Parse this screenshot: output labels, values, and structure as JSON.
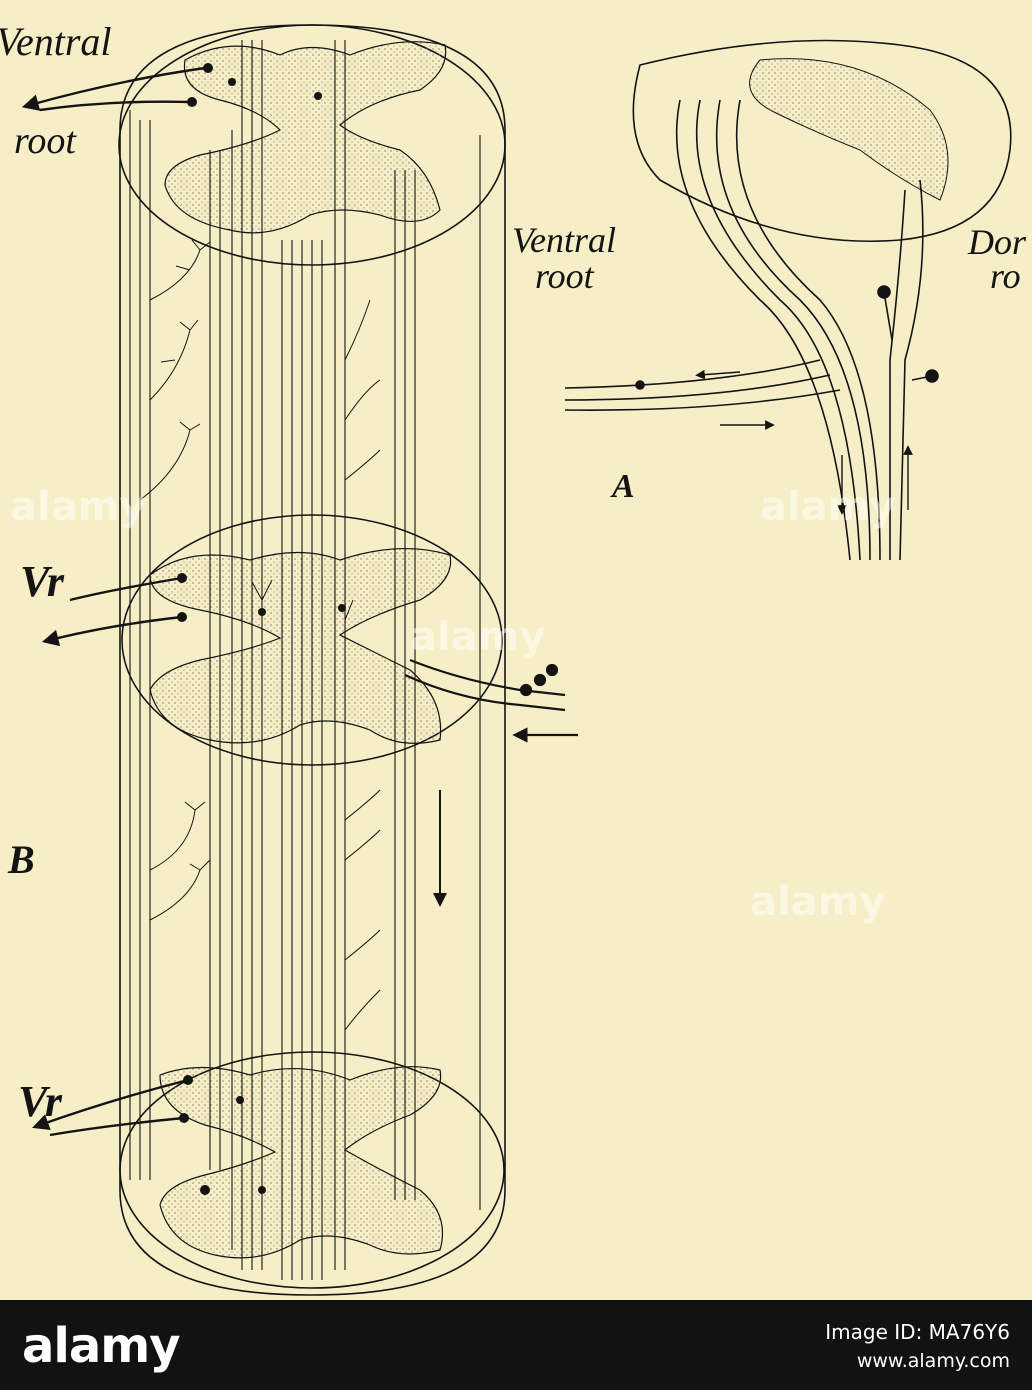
{
  "figure": {
    "labels": {
      "ventral_root_b_line1": "Ventral",
      "ventral_root_b_line2": "root",
      "ventral_root_a_line1": "Ventral",
      "ventral_root_a_line2": "root",
      "dorsal_root_a_line1": "Dor",
      "dorsal_root_a_line2": "ro",
      "vr_middle": "Vr",
      "vr_bottom": "Vr",
      "panel_a": "A",
      "panel_b": "B"
    },
    "colors": {
      "paper": "#f6eec7",
      "ink": "#141414",
      "stipple": "#c9c0a0"
    }
  },
  "watermarks": {
    "text": "alamy"
  },
  "footer": {
    "logo": "alamy",
    "image_id": "Image ID: MA76Y6",
    "url": "www.alamy.com"
  }
}
